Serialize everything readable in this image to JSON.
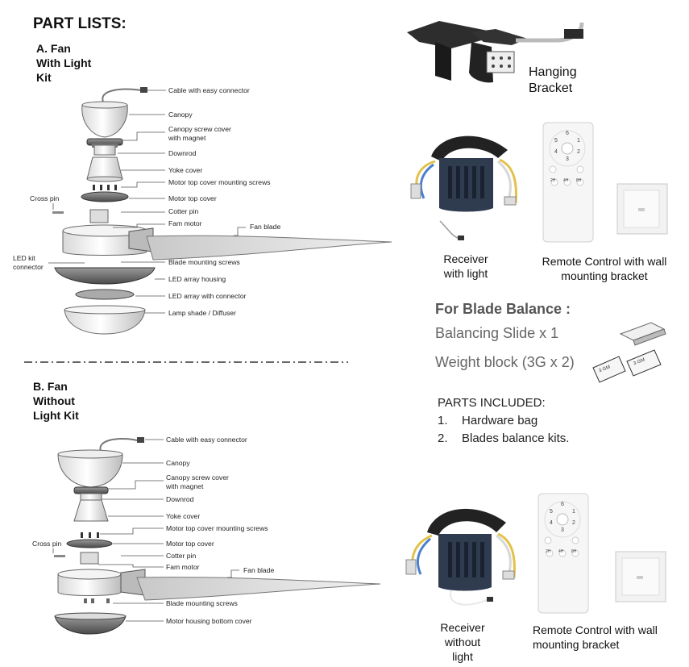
{
  "title": "PART LISTS:",
  "section_a": {
    "heading_lines": [
      "A. Fan",
      "With Light",
      "Kit"
    ],
    "labels": {
      "cable": "Cable with easy connector",
      "canopy": "Canopy",
      "screw_cover": "Canopy screw cover",
      "screw_cover_2": "with magnet",
      "downrod": "Downrod",
      "yoke": "Yoke cover",
      "mount_screws": "Motor top cover mounting screws",
      "top_cover": "Motor top cover",
      "cotter": "Cotter pin",
      "motor": "Fam motor",
      "blade": "Fan blade",
      "cross_pin": "Cross pin",
      "led_kit_1": "LED kit",
      "led_kit_2": "connector",
      "blade_screws": "Blade mounting screws",
      "led_housing": "LED array housing",
      "led_array": "LED array with connector",
      "lamp_shade": "Lamp shade / Diffuser"
    }
  },
  "section_b": {
    "heading_lines": [
      "B. Fan",
      "Without",
      "Light Kit"
    ],
    "labels": {
      "cable": "Cable with easy connector",
      "canopy": "Canopy",
      "screw_cover": "Canopy screw cover",
      "screw_cover_2": "with magnet",
      "downrod": "Downrod",
      "yoke": "Yoke cover",
      "mount_screws": "Motor top cover mounting screws",
      "top_cover": "Motor top cover",
      "cotter": "Cotter pin",
      "motor": "Fam motor",
      "blade": "Fan blade",
      "cross_pin": "Cross pin",
      "blade_screws": "Blade mounting screws",
      "bottom_cover": "Motor housing bottom cover"
    }
  },
  "right": {
    "hanging_bracket": [
      "Hanging",
      "Bracket"
    ],
    "receiver_light": [
      "Receiver",
      "with light"
    ],
    "remote_1": [
      "Remote Control with wall",
      "mounting bracket"
    ],
    "balance_title": "For Blade Balance :",
    "balance_slide": "Balancing Slide x 1",
    "weight_block": "Weight block (3G x 2)",
    "weight_tag": "3 GM",
    "parts_included": "PARTS INCLUDED:",
    "parts_list": [
      {
        "num": "1.",
        "text": "Hardware bag"
      },
      {
        "num": "2.",
        "text": "Blades balance kits."
      }
    ],
    "receiver_nolight": [
      "Receiver",
      "without",
      "light"
    ],
    "remote_2": [
      "Remote Control with wall",
      "mounting bracket"
    ],
    "remote_keys": {
      "top": "6",
      "left_top": "5",
      "right_top": "1",
      "left_bottom": "4",
      "right_bottom": "2",
      "bottom": "3",
      "b1": "2H",
      "b2": "4H",
      "b3": "8H"
    }
  }
}
